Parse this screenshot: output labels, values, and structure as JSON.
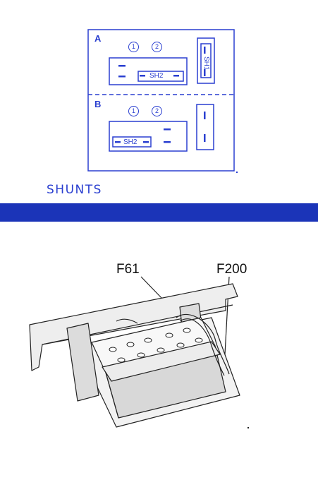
{
  "diagram": {
    "section_a_label": "A",
    "section_b_label": "B",
    "circle_1": "1",
    "circle_2": "2",
    "shunt_sh2": "SH2",
    "shunt_sh1": "SH1",
    "title": "SHUNTS"
  },
  "illustration": {
    "fuse_f61": "F61",
    "fuse_f200": "F200"
  },
  "colors": {
    "diagram_blue": "#2a3fd0",
    "band_blue": "#1b34b8"
  }
}
